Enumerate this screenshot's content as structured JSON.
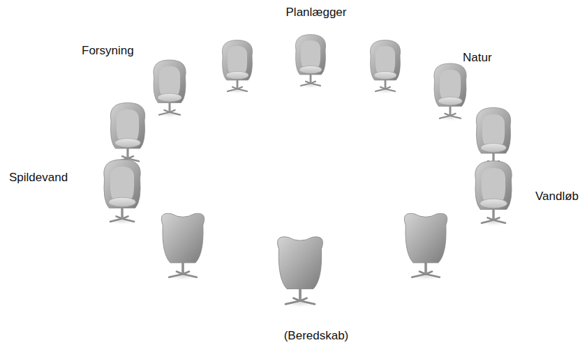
{
  "diagram": {
    "labels": [
      "Planlægger",
      "Forsyning",
      "Natur",
      "Spildevand",
      "Vandløb",
      "(Beredskab)"
    ]
  }
}
